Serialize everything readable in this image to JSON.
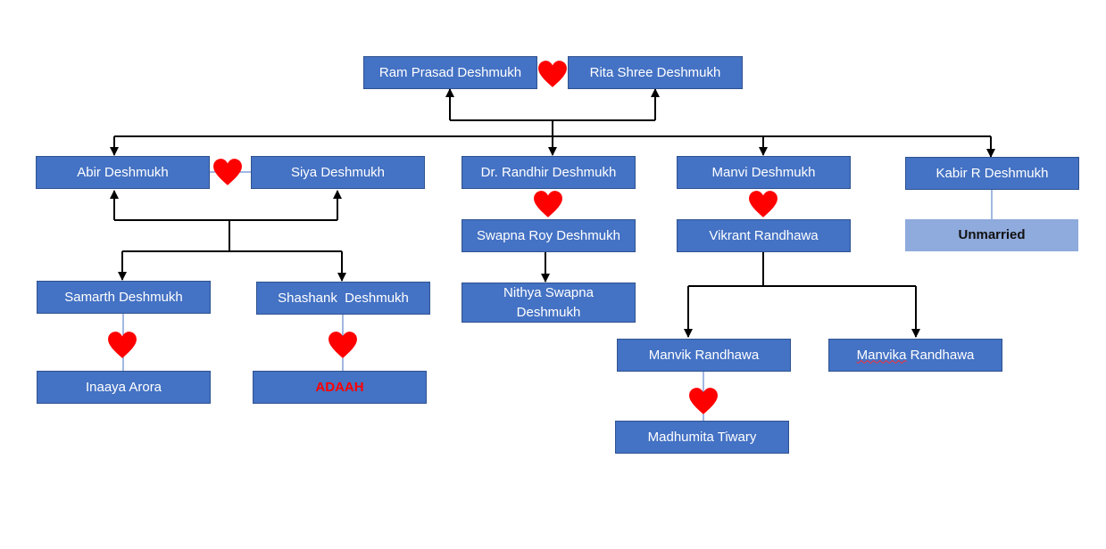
{
  "palette": {
    "box_fill": "#4472c4",
    "box_border": "#2f528f",
    "box_text": "#ffffff",
    "light_fill": "#8faadc",
    "heart": "#ff0000",
    "connector": "#000000",
    "thin_connector": "#4472c4"
  },
  "icons": {
    "marriage": "heart-icon"
  },
  "people": {
    "ram": "Ram Prasad Deshmukh",
    "rita": "Rita Shree Deshmukh",
    "abir": "Abir Deshmukh",
    "siya": "Siya Deshmukh",
    "randhir": "Dr. Randhir Deshmukh",
    "swapna": "Swapna Roy Deshmukh",
    "nithya_1": "Nithya Swapna",
    "nithya_2": "Deshmukh",
    "manvi": "Manvi Deshmukh",
    "vikrant": "Vikrant Randhawa",
    "kabir": "Kabir R Deshmukh",
    "unmarried": "Unmarried",
    "samarth": "Samarth Deshmukh",
    "shashank": "Shashank  Deshmukh",
    "inaaya": "Inaaya Arora",
    "adaah": "ADAAH",
    "manvik": "Manvik Randhawa",
    "manvika_1": "Manvika",
    "manvika_2": " Randhawa",
    "madhumita": "Madhumita Tiwary"
  }
}
